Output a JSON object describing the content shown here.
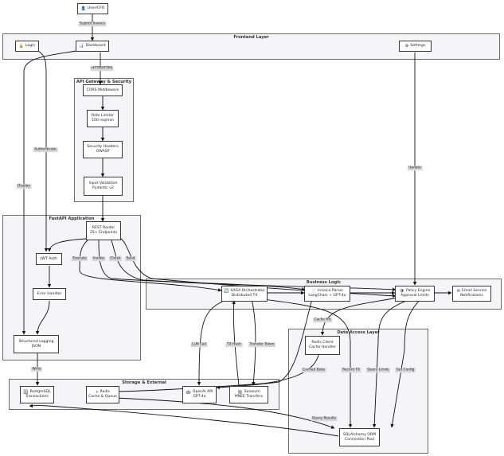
{
  "groups": {
    "frontend": "Frontend Layer",
    "gateway": "API Gateway & Security",
    "fastapi": "FastAPI Application",
    "business": "Business Logic",
    "dal": "Data Access Layer",
    "storage": "Storage & External"
  },
  "nodes": {
    "user": {
      "icon": "👤",
      "line1": "User/CFO"
    },
    "login": {
      "icon": "🔒",
      "line1": "Login"
    },
    "dashboard": {
      "icon": "📊",
      "line1": "Dashboard"
    },
    "settings": {
      "icon": "⚙",
      "line1": "Settings"
    },
    "cors": {
      "line1": "CORS Middleware"
    },
    "rate": {
      "line1": "Rate Limiter",
      "line2": "100 req/min"
    },
    "sec": {
      "line1": "Security Headers",
      "line2": "OWASP"
    },
    "valid": {
      "line1": "Input Validation",
      "line2": "Pydantic v2"
    },
    "rest": {
      "line1": "REST Router",
      "line2": "25+ Endpoints"
    },
    "jwt": {
      "line1": "JWT Auth"
    },
    "err": {
      "line1": "Error Handler"
    },
    "log": {
      "line1": "Structured Logging",
      "line2": "JSON"
    },
    "saga": {
      "icon": "🔄",
      "line1": "SAGA Orchestrator",
      "line2": "Distributed TX"
    },
    "parser": {
      "icon": "📄",
      "line1": "Invoice Parser",
      "line2": "LangChain + GPT-4o"
    },
    "policy": {
      "icon": "🛡",
      "line1": "Policy Engine",
      "line2": "Approval Limits"
    },
    "email": {
      "icon": "✉",
      "line1": "Email Service",
      "line2": "Notifications"
    },
    "redisc": {
      "line1": "Redis Client",
      "line2": "Cache Handler"
    },
    "sqla": {
      "line1": "SQLAlchemy ORM",
      "line2": "Connection Pool"
    },
    "pg": {
      "icon": "🗄",
      "line1": "PostgreSQL",
      "line2": "Transactions"
    },
    "redis": {
      "icon": "⚡",
      "line1": "Redis",
      "line2": "Cache & Queue"
    },
    "openai": {
      "icon": "🤖",
      "line1": "OpenAI API",
      "line2": "GPT-4o"
    },
    "soneium": {
      "icon": "⛓",
      "line1": "Soneium",
      "line2": "MNEE Transfers"
    }
  },
  "edge_labels": {
    "submit": "Submit Invoice",
    "https": "HTTP/HTTPS",
    "auth": "Authenticate",
    "display": "Display",
    "update": "Update",
    "execute": "Execute",
    "invoke": "Invoke",
    "check": "Check",
    "send": "Send",
    "cachehit": "Cache Hit",
    "llm": "LLM Call",
    "txhash": "TX Hash",
    "transfer": "Transfer Token",
    "cached": "Cached Data",
    "record": "Record TX",
    "query": "Query Limits",
    "getconfig": "Get Config",
    "write": "Write",
    "results": "Query Results"
  }
}
